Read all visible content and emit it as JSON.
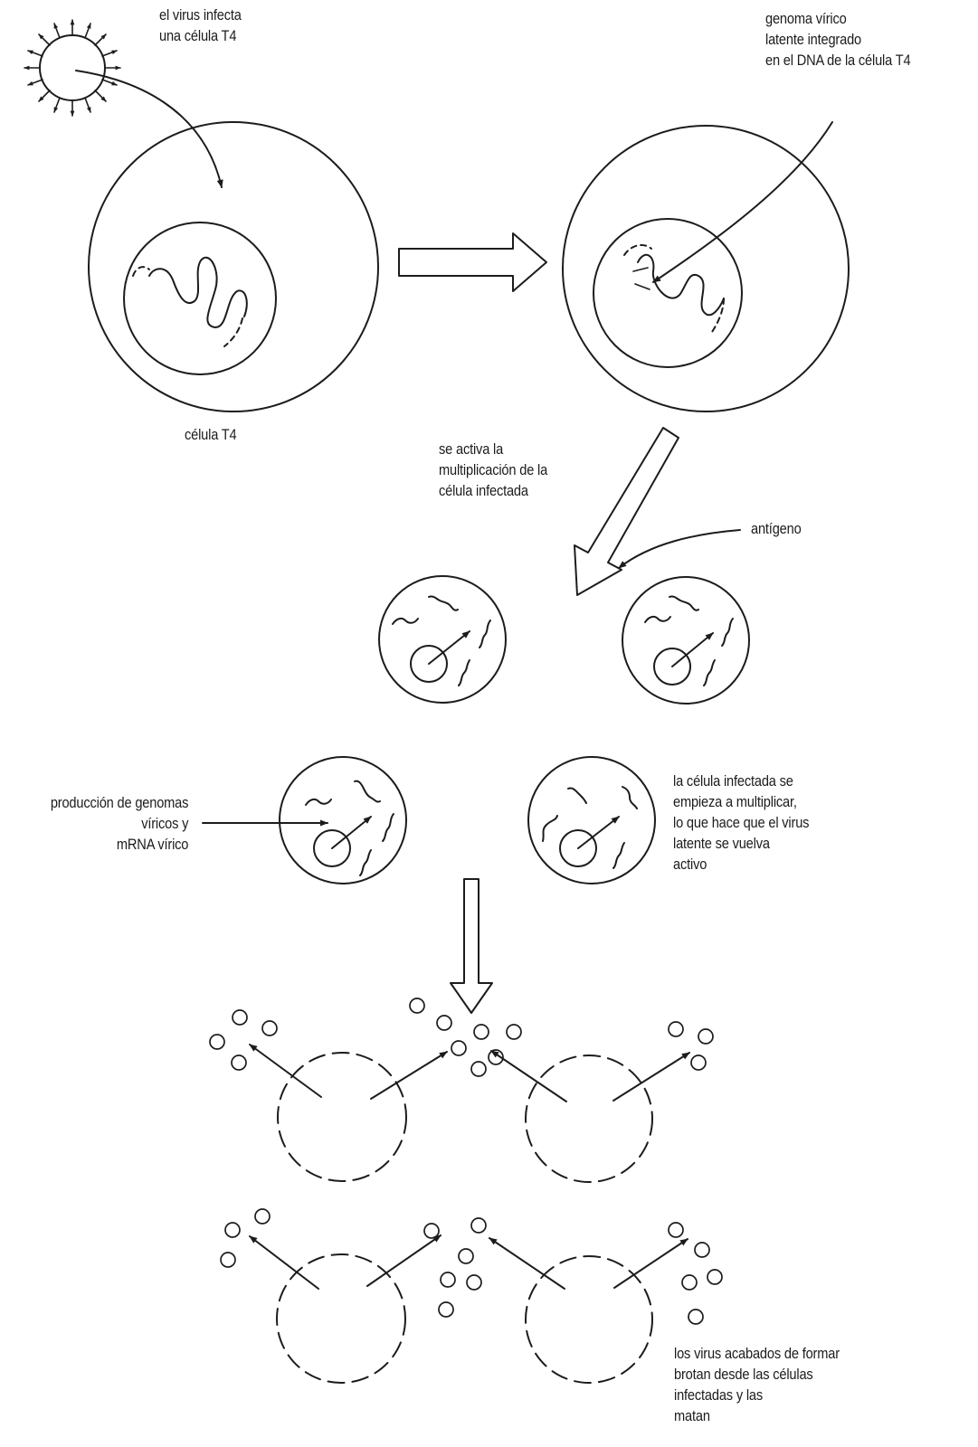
{
  "labels": {
    "virus_infects": [
      "el virus infecta",
      "una célula T4"
    ],
    "latent_genome": [
      "genoma vírico",
      "latente integrado",
      "en el DNA de la célula T4"
    ],
    "t4_cell": "célula T4",
    "activation": [
      "se activa la",
      "multiplicación de la",
      "célula infectada"
    ],
    "antigen": "antígeno",
    "production": [
      "producción de genomas",
      "víricos y",
      "mRNA vírico"
    ],
    "multiplying": [
      "la célula infectada se",
      "empieza a multiplicar,",
      "lo que  hace que el virus",
      "latente se vuelva",
      "activo"
    ],
    "budding": [
      "los virus acabados de  formar",
      "brotan desde las células",
      "infectadas y las",
      "matan"
    ]
  },
  "colors": {
    "ink": "#1c1c1c",
    "background": "#ffffff"
  }
}
